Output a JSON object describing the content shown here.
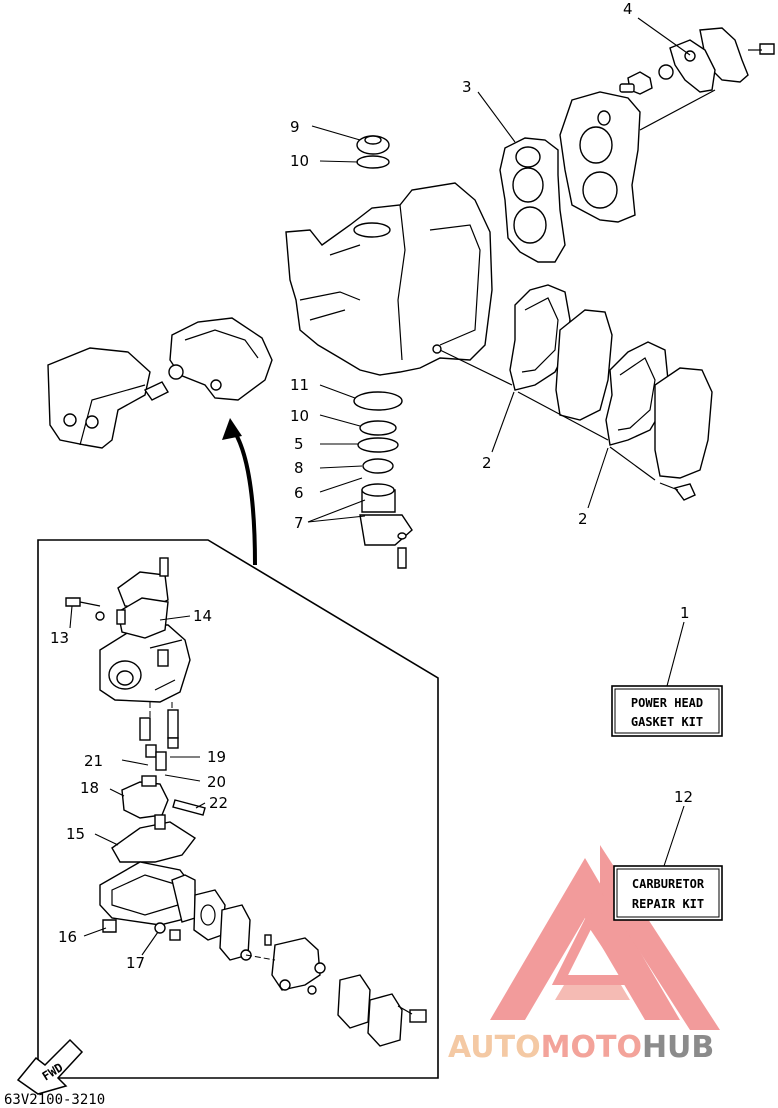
{
  "callouts": [
    "1",
    "2",
    "3",
    "4",
    "5",
    "6",
    "7",
    "8",
    "9",
    "10",
    "11",
    "12",
    "13",
    "14",
    "15",
    "16",
    "17",
    "18",
    "19",
    "20",
    "21",
    "22"
  ],
  "kits": {
    "power_head": {
      "line1": "POWER HEAD",
      "line2": "GASKET KIT"
    },
    "carburetor": {
      "line1": "CARBURETOR",
      "line2": "REPAIR KIT"
    }
  },
  "direction_label": "FWD",
  "diagram_code": "63V2100-3210",
  "watermark": {
    "part1": "AUTO",
    "part2": "MOTO",
    "part3": "HUB",
    "colors": {
      "auto": "#f4c9a4",
      "moto": "#f3a39a",
      "hub": "#8b8b8b",
      "triangle": "#f08a8a"
    }
  }
}
